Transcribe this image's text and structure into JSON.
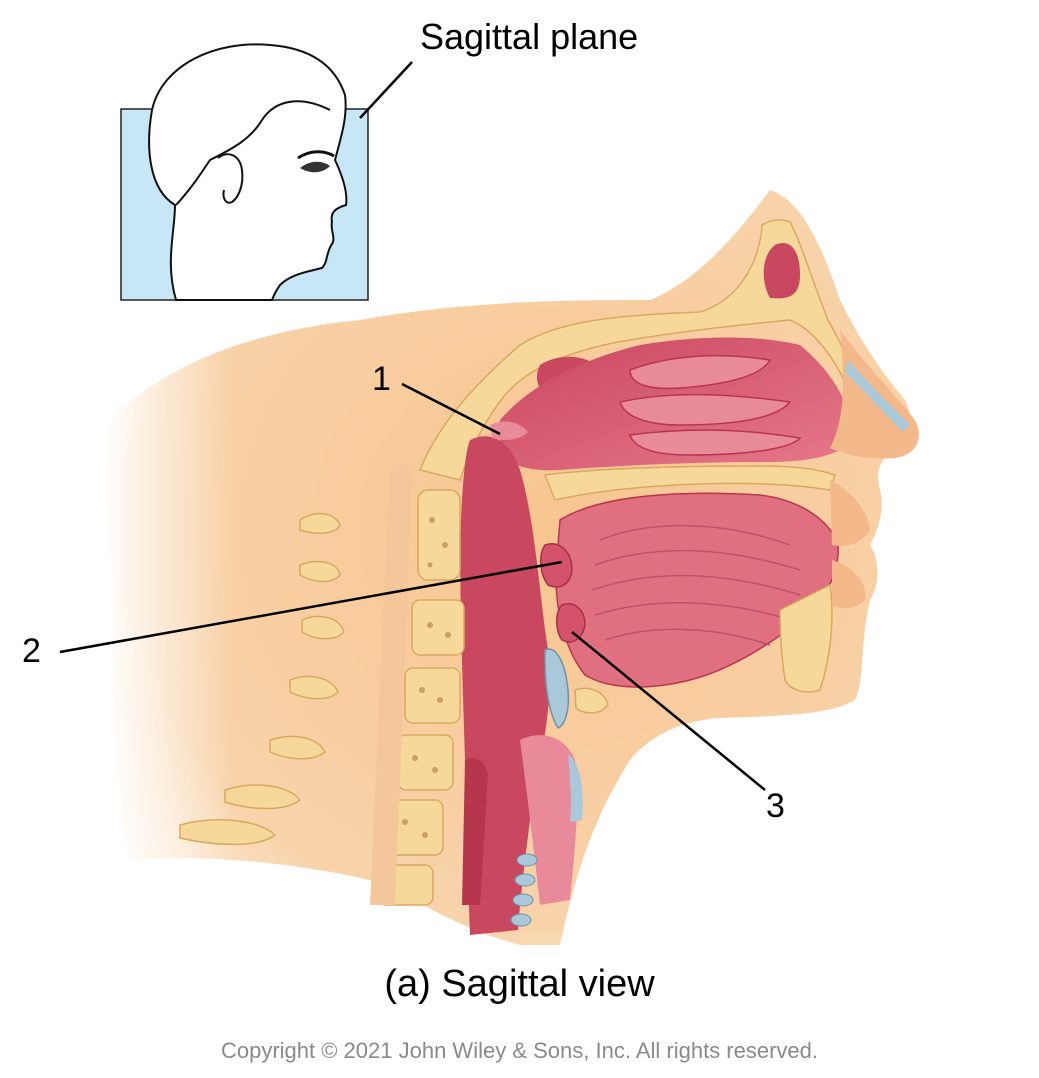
{
  "inset": {
    "plane_label": "Sagittal plane"
  },
  "labels": {
    "one": "1",
    "two": "2",
    "three": "3"
  },
  "caption": "(a) Sagittal view",
  "copyright": "Copyright © 2021 John Wiley & Sons, Inc. All rights reserved.",
  "colors": {
    "skin": "#f6c48f",
    "skin_light": "#fbe3c5",
    "bone": "#f5d89a",
    "marrow": "#c9a060",
    "mucosa": "#d4536a",
    "mucosa_light": "#e98a9a",
    "cavity": "#b8354e",
    "cartilage": "#a9c8da",
    "plane_fill": "#c7e6f6",
    "line": "#000000"
  }
}
